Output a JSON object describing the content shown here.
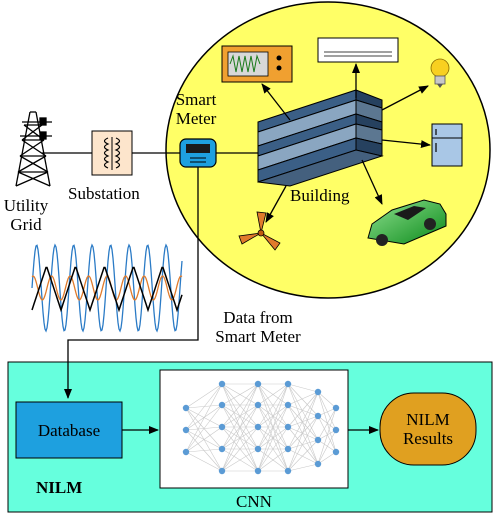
{
  "labels": {
    "utility_grid": [
      "Utility",
      "Grid"
    ],
    "substation": "Substation",
    "smart_meter": [
      "Smart",
      "Meter"
    ],
    "building": "Building",
    "data_from_meter": [
      "Data from",
      "Smart Meter"
    ],
    "database": "Database",
    "nilm_section": "NILM",
    "cnn": "CNN",
    "nilm_results": [
      "NILM",
      "Results"
    ]
  },
  "colors": {
    "ellipse_fill": "#ffff66",
    "nilm_panel_fill": "#66ffdd",
    "database_fill": "#1ea0df",
    "results_fill": "#e0a020",
    "wave_blue": "#2b7bc6",
    "wave_orange": "#e07b2c",
    "wave_black": "#000000",
    "node_blue": "#5b9bd5"
  },
  "icons": {
    "tower": "transmission-tower-icon",
    "transformer": "transformer-icon",
    "meter": "smart-meter-icon",
    "building": "building-icon",
    "oscilloscope": "oscilloscope-icon",
    "ac": "air-conditioner-icon",
    "bulb": "light-bulb-icon",
    "fridge": "refrigerator-icon",
    "car": "electric-car-icon",
    "fan": "fan-icon"
  }
}
